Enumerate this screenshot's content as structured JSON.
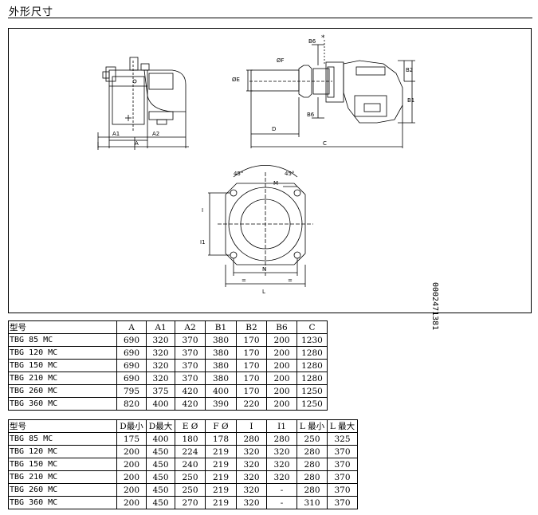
{
  "page_title": "外形尺寸",
  "drawing": {
    "doc_id": "0002471381",
    "side_view_labels": {
      "a1": "A1",
      "a2": "A2",
      "a": "A"
    },
    "top_view_labels": {
      "b6_top": "B6",
      "b6_bottom": "B6",
      "b2": "B2",
      "b1": "B1",
      "d": "D",
      "c": "C",
      "phi_e": "ØE",
      "phi_f": "ØF",
      "star": "*"
    },
    "flange_labels": {
      "angle_left": "45°",
      "angle_right": "45°",
      "m": "M",
      "n": "N",
      "l": "L",
      "i": "I",
      "i1": "I1",
      "eq": "="
    }
  },
  "table1": {
    "headers": [
      "型号",
      "A",
      "A1",
      "A2",
      "B1",
      "B2",
      "B6",
      "C"
    ],
    "rows": [
      [
        "TBG 85 MC",
        "690",
        "320",
        "370",
        "380",
        "170",
        "200",
        "1230"
      ],
      [
        "TBG 120 MC",
        "690",
        "320",
        "370",
        "380",
        "170",
        "200",
        "1280"
      ],
      [
        "TBG 150 MC",
        "690",
        "320",
        "370",
        "380",
        "170",
        "200",
        "1280"
      ],
      [
        "TBG 210 MC",
        "690",
        "320",
        "370",
        "380",
        "170",
        "200",
        "1280"
      ],
      [
        "TBG 260 MC",
        "795",
        "375",
        "420",
        "400",
        "170",
        "200",
        "1250"
      ],
      [
        "TBG 360 MC",
        "820",
        "400",
        "420",
        "390",
        "220",
        "200",
        "1250"
      ]
    ]
  },
  "table2": {
    "headers": [
      "型号",
      "D最小",
      "D最大",
      "E Ø",
      "F Ø",
      "I",
      "I1",
      "L 最小",
      "L 最大"
    ],
    "rows": [
      [
        "TBG 85 MC",
        "175",
        "400",
        "180",
        "178",
        "280",
        "280",
        "250",
        "325"
      ],
      [
        "TBG 120 MC",
        "200",
        "450",
        "224",
        "219",
        "320",
        "320",
        "280",
        "370"
      ],
      [
        "TBG 150 MC",
        "200",
        "450",
        "240",
        "219",
        "320",
        "320",
        "280",
        "370"
      ],
      [
        "TBG 210 MC",
        "200",
        "450",
        "250",
        "219",
        "320",
        "320",
        "280",
        "370"
      ],
      [
        "TBG 260 MC",
        "200",
        "450",
        "250",
        "219",
        "320",
        "-",
        "280",
        "370"
      ],
      [
        "TBG 360 MC",
        "200",
        "450",
        "270",
        "219",
        "320",
        "-",
        "310",
        "370"
      ]
    ]
  }
}
